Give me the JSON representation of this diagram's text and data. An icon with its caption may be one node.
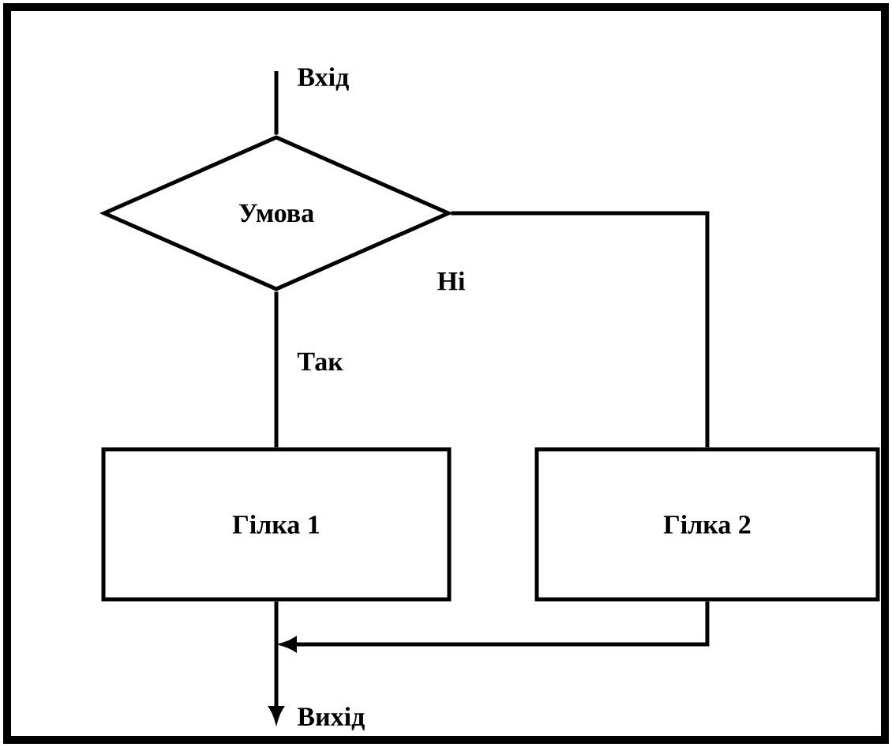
{
  "diagram": {
    "nodes": [
      {
        "text": [
          "Умова"
        ]
      },
      {
        "text": [
          "Гілка 1"
        ]
      },
      {
        "text": [
          "Гілка 2"
        ]
      }
    ],
    "edges": [
      {
        "from": null,
        "to": 0,
        "arrow": "none",
        "label": "Вхід"
      },
      {
        "from": 0,
        "to": 1,
        "arrow": "none",
        "label": "Так"
      },
      {
        "from": 0,
        "to": 2,
        "arrow": "none",
        "label": "Ні"
      },
      {
        "from": 1,
        "to": null,
        "arrow": "to",
        "label": "Вихід"
      },
      {
        "from": 2,
        "to": null,
        "arrow": "to"
      }
    ]
  }
}
